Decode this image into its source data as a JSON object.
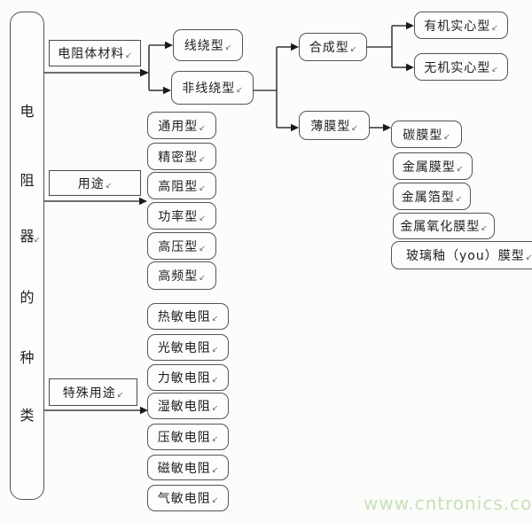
{
  "root": {
    "label": "电阻器的种类",
    "chars": [
      "电",
      "阻",
      "器",
      "的",
      "种",
      "类"
    ]
  },
  "return_mark": "↙",
  "nodes": {
    "material": {
      "label": "电阻体材料"
    },
    "wirewound": {
      "label": "线绕型"
    },
    "nonwirewound": {
      "label": "非线绕型"
    },
    "composite": {
      "label": "合成型"
    },
    "organic": {
      "label": "有机实心型"
    },
    "inorganic": {
      "label": "无机实心型"
    },
    "film": {
      "label": "薄膜型"
    },
    "carbon": {
      "label": "碳膜型"
    },
    "metalfilm": {
      "label": "金属膜型"
    },
    "metalfoil": {
      "label": "金属箔型"
    },
    "metaloxide": {
      "label": "金属氧化膜型"
    },
    "glassglaze": {
      "label": "玻璃釉（you）膜型"
    },
    "usage": {
      "label": "用途"
    },
    "general": {
      "label": "通用型"
    },
    "precision": {
      "label": "精密型"
    },
    "highres": {
      "label": "高阻型"
    },
    "power": {
      "label": "功率型"
    },
    "highvolt": {
      "label": "高压型"
    },
    "highfreq": {
      "label": "高频型"
    },
    "special": {
      "label": "特殊用途"
    },
    "thermistor": {
      "label": "热敏电阻"
    },
    "photo": {
      "label": "光敏电阻"
    },
    "force": {
      "label": "力敏电阻"
    },
    "humidity": {
      "label": "湿敏电阻"
    },
    "varistor": {
      "label": "压敏电阻"
    },
    "magnetic": {
      "label": "磁敏电阻"
    },
    "gas": {
      "label": "气敏电阻"
    }
  },
  "watermark": {
    "text": "www.cntronics.com",
    "color": "#c9e0ba"
  },
  "colors": {
    "line": "#3e3e3e",
    "box_border": "#4a4a4a",
    "background": "#fcfcfb",
    "text": "#1f1f1f"
  }
}
